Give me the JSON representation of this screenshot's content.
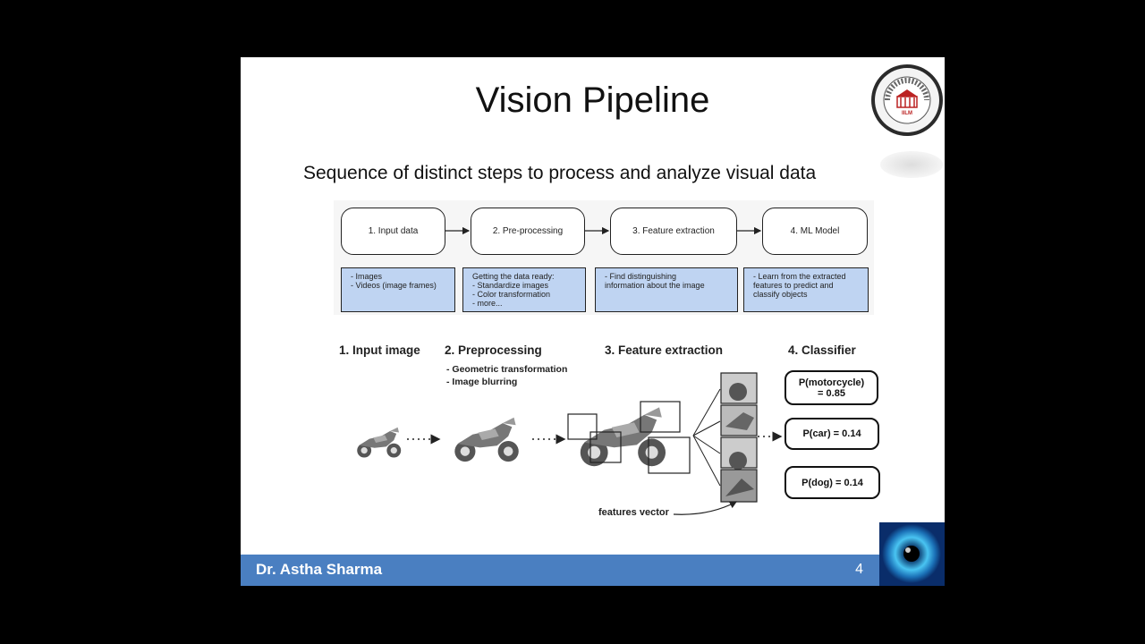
{
  "slide": {
    "title": "Vision Pipeline",
    "subtitle": "Sequence of distinct steps to process and analyze visual data",
    "author": "Dr. Astha Sharma",
    "page_number": "4",
    "logo_text": "IILM"
  },
  "flow": {
    "steps": [
      "1. Input data",
      "2. Pre-processing",
      "3. Feature extraction",
      "4. ML Model"
    ],
    "descriptions": [
      [
        "- Images",
        "- Videos (image frames)"
      ],
      [
        "Getting the data ready:",
        "- Standardize images",
        "- Color transformation",
        "- more..."
      ],
      [
        "- Find distinguishing",
        "information about the image"
      ],
      [
        "- Learn from the extracted",
        "features to predict and",
        "classify objects"
      ]
    ]
  },
  "illustration": {
    "headers": [
      "1. Input image",
      "2. Preprocessing",
      "3. Feature extraction",
      "4. Classifier"
    ],
    "preprocessing_bullets": [
      "- Geometric transformation",
      "- Image blurring"
    ],
    "features_vector_label": "features vector",
    "predictions": [
      "P(motorcycle)\n= 0.85",
      "P(car) = 0.14",
      "P(dog) = 0.14"
    ]
  },
  "colors": {
    "footer_bar": "#4a7fc1",
    "description_box": "#bfd4f2",
    "background": "#000000"
  }
}
